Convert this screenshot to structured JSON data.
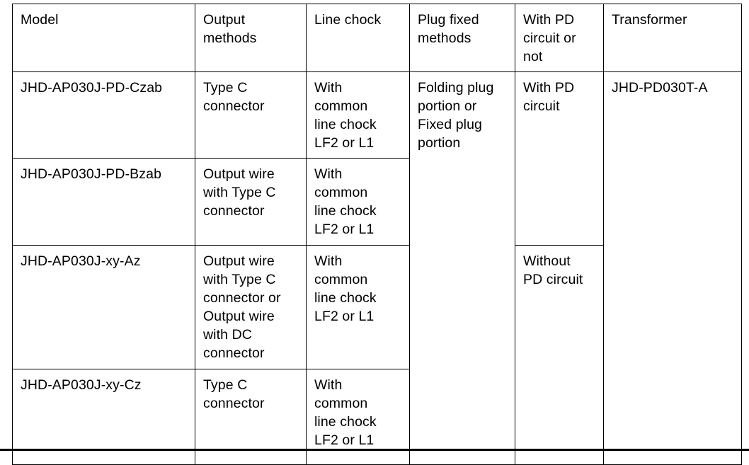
{
  "table": {
    "name": "model-specification-table",
    "columns": [
      {
        "key": "model",
        "header": "Model"
      },
      {
        "key": "output",
        "header": "Output\nmethods"
      },
      {
        "key": "chock",
        "header": "Line chock"
      },
      {
        "key": "plug",
        "header": "Plug fixed\nmethods"
      },
      {
        "key": "pd",
        "header": "With PD\ncircuit or\nnot"
      },
      {
        "key": "transformer",
        "header": "Transformer"
      }
    ],
    "rows": [
      {
        "model": "JHD-AP030J-PD-Czab",
        "output": "Type C\nconnector",
        "chock": "With\ncommon\nline chock\nLF2 or L1",
        "plug": "Folding plug\nportion or\nFixed plug\nportion",
        "pd": "With PD\ncircuit",
        "transformer": "JHD-PD030T-A"
      },
      {
        "model": "JHD-AP030J-PD-Bzab",
        "output": "Output wire\nwith Type C\nconnector",
        "chock": "With\ncommon\nline chock\nLF2 or L1",
        "plug": "",
        "pd": "",
        "transformer": ""
      },
      {
        "model": "JHD-AP030J-xy-Az",
        "output": "Output wire\nwith Type C\nconnector or\nOutput wire\nwith DC\nconnector",
        "chock": "With\ncommon\nline chock\nLF2 or L1",
        "plug": "",
        "pd": "Without\nPD circuit",
        "transformer": ""
      },
      {
        "model": "JHD-AP030J-xy-Cz",
        "output": "Type C\nconnector",
        "chock": "With\ncommon\nline chock\nLF2 or L1",
        "plug": "",
        "pd": "",
        "transformer": ""
      }
    ],
    "merges": {
      "plug_rowspan": 4,
      "transformer_rowspan": 4,
      "pd_with_rowspan": 2,
      "pd_without_rowspan": 2
    }
  },
  "colors": {
    "border": "#000000",
    "text": "#000000",
    "background": "#ffffff"
  }
}
